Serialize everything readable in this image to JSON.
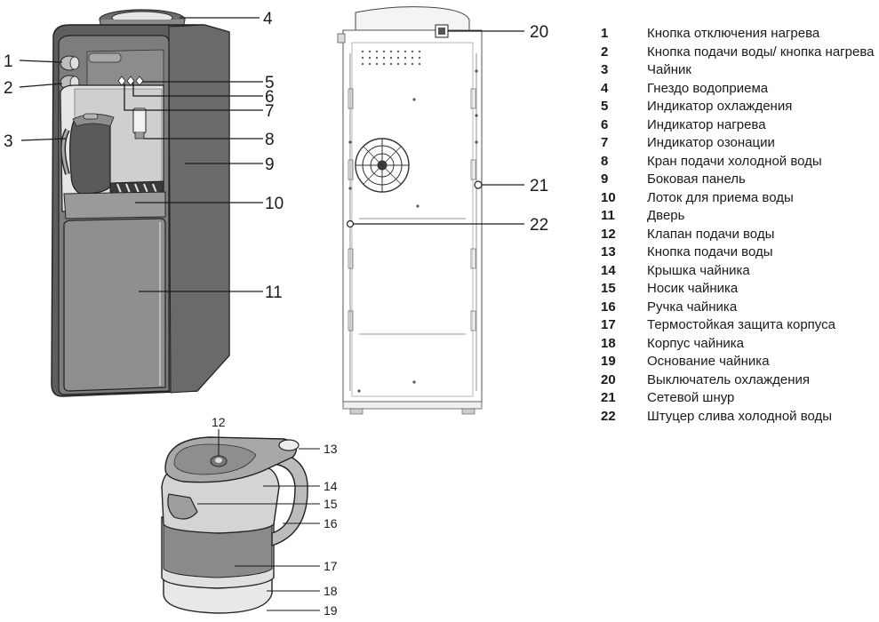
{
  "callouts": {
    "cooler_front": [
      "1",
      "2",
      "3",
      "4",
      "5",
      "6",
      "7",
      "8",
      "9",
      "10",
      "11"
    ],
    "cooler_back": [
      "20",
      "21",
      "22"
    ],
    "kettle": [
      "12",
      "13",
      "14",
      "15",
      "16",
      "17",
      "18",
      "19"
    ]
  },
  "legend": [
    {
      "num": "1",
      "text": "Кнопка отключения нагрева"
    },
    {
      "num": "2",
      "text": "Кнопка подачи воды/ кнопка нагрева"
    },
    {
      "num": "3",
      "text": "Чайник"
    },
    {
      "num": "4",
      "text": "Гнездо водоприема"
    },
    {
      "num": "5",
      "text": "Индикатор охлаждения"
    },
    {
      "num": "6",
      "text": "Индикатор нагрева"
    },
    {
      "num": "7",
      "text": "Индикатор озонации"
    },
    {
      "num": "8",
      "text": "Кран подачи холодной воды"
    },
    {
      "num": "9",
      "text": "Боковая панель"
    },
    {
      "num": "10",
      "text": "Лоток для приема воды"
    },
    {
      "num": "11",
      "text": "Дверь"
    },
    {
      "num": "12",
      "text": "Клапан подачи воды"
    },
    {
      "num": "13",
      "text": "Кнопка подачи воды"
    },
    {
      "num": "14",
      "text": "Крышка чайника"
    },
    {
      "num": "15",
      "text": "Носик чайника"
    },
    {
      "num": "16",
      "text": "Ручка чайника"
    },
    {
      "num": "17",
      "text": "Термостойкая защита корпуса"
    },
    {
      "num": "18",
      "text": "Корпус чайника"
    },
    {
      "num": "19",
      "text": "Основание чайника"
    },
    {
      "num": "20",
      "text": "Выключатель охлаждения"
    },
    {
      "num": "21",
      "text": "Сетевой шнур"
    },
    {
      "num": "22",
      "text": "Штуцер слива холодной воды"
    }
  ],
  "colors": {
    "line": "#2a2a2a",
    "body": "#5a5a5a",
    "panel": "#8c8c8c",
    "light": "#d8d8d8"
  }
}
